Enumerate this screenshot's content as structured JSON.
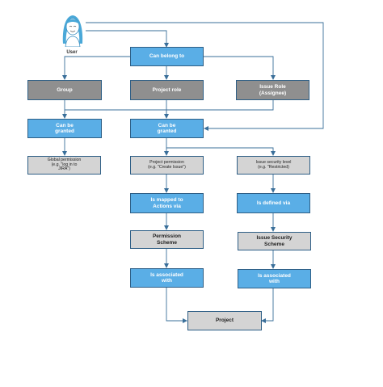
{
  "user": {
    "label": "User"
  },
  "nodes": {
    "can_belong_to": "Can belong to",
    "group": "Group",
    "project_role": "Project role",
    "issue_role": "Issue Role\n(Assignee)",
    "can_be_granted_left": "Can be\ngranted",
    "can_be_granted_mid": "Can be\ngranted",
    "global_permission": "Global permission\n(e.g. \"log in to\nJIRA\")",
    "project_permission": "Project permission\n(e.g. \"Create Issue\")",
    "issue_security_level": "Issue security level\n(e.g. \"Restricted)",
    "is_mapped_to": "Is mapped to\nActions via",
    "is_defined_via": "Is defined via",
    "permission_scheme": "Permission\nScheme",
    "issue_security_scheme": "Issue Security\nScheme",
    "is_associated_left": "Is associated\nwith",
    "is_associated_right": "Is associated\nwith",
    "project": "Project"
  },
  "colors": {
    "blue": "#5aaee6",
    "dark_gray": "#8f8f8f",
    "light_gray": "#d4d4d4",
    "connector": "#3a6f9a",
    "avatar": "#4aa8d8"
  }
}
